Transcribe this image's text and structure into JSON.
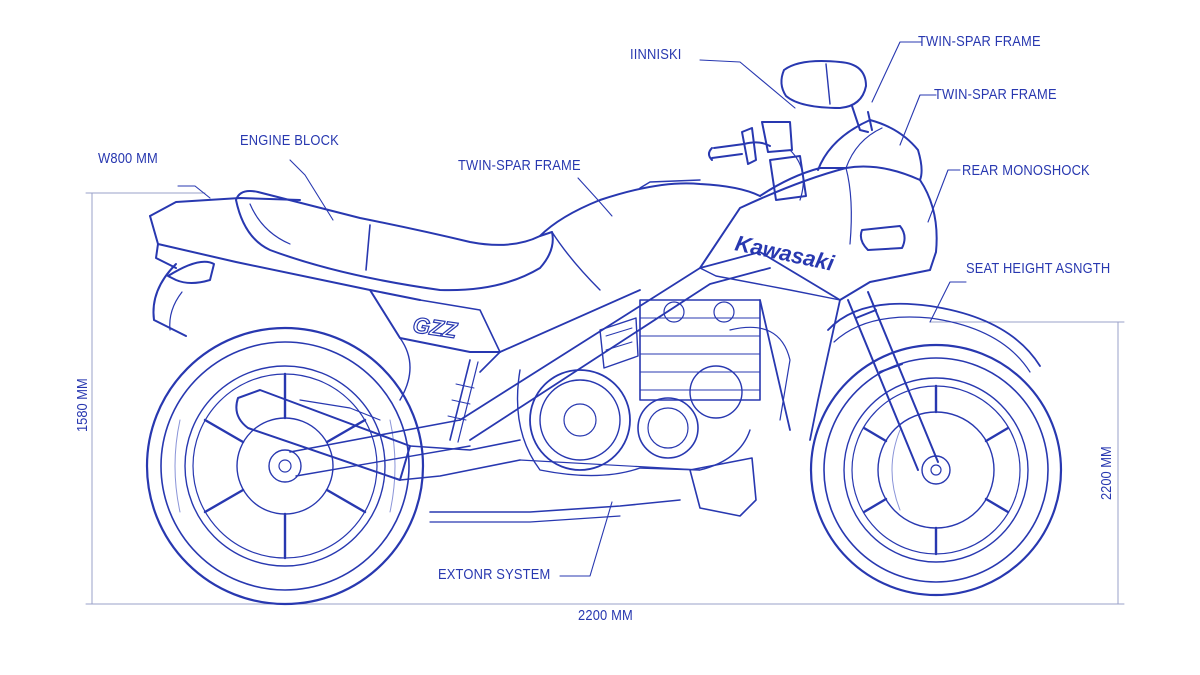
{
  "colors": {
    "ink": "#2838b0",
    "ink_light": "#8a94d8",
    "dim_line": "#9aa0c8",
    "background": "#ffffff"
  },
  "labels": {
    "top_center": "IINNISKI",
    "twin_spar_top": "TWIN-SPAR FRAME",
    "twin_spar_right": "TWIN-SPAR FRAME",
    "twin_spar_center": "TWIN-SPAR FRAME",
    "engine_block": "ENGINE BLOCK",
    "rear_monoshock": "REAR MONOSHOCK",
    "seat_height": "SEAT HEIGHT ASNGTH",
    "exhaust": "EXTONR SYSTEM"
  },
  "dimensions": {
    "width_top": "W800 MM",
    "height_left": "1580 MM",
    "height_right": "2200 MM",
    "length_bottom": "2200 MM"
  },
  "branding": {
    "tank_logo": "Kawasaki",
    "side_badge": "GZZ"
  }
}
